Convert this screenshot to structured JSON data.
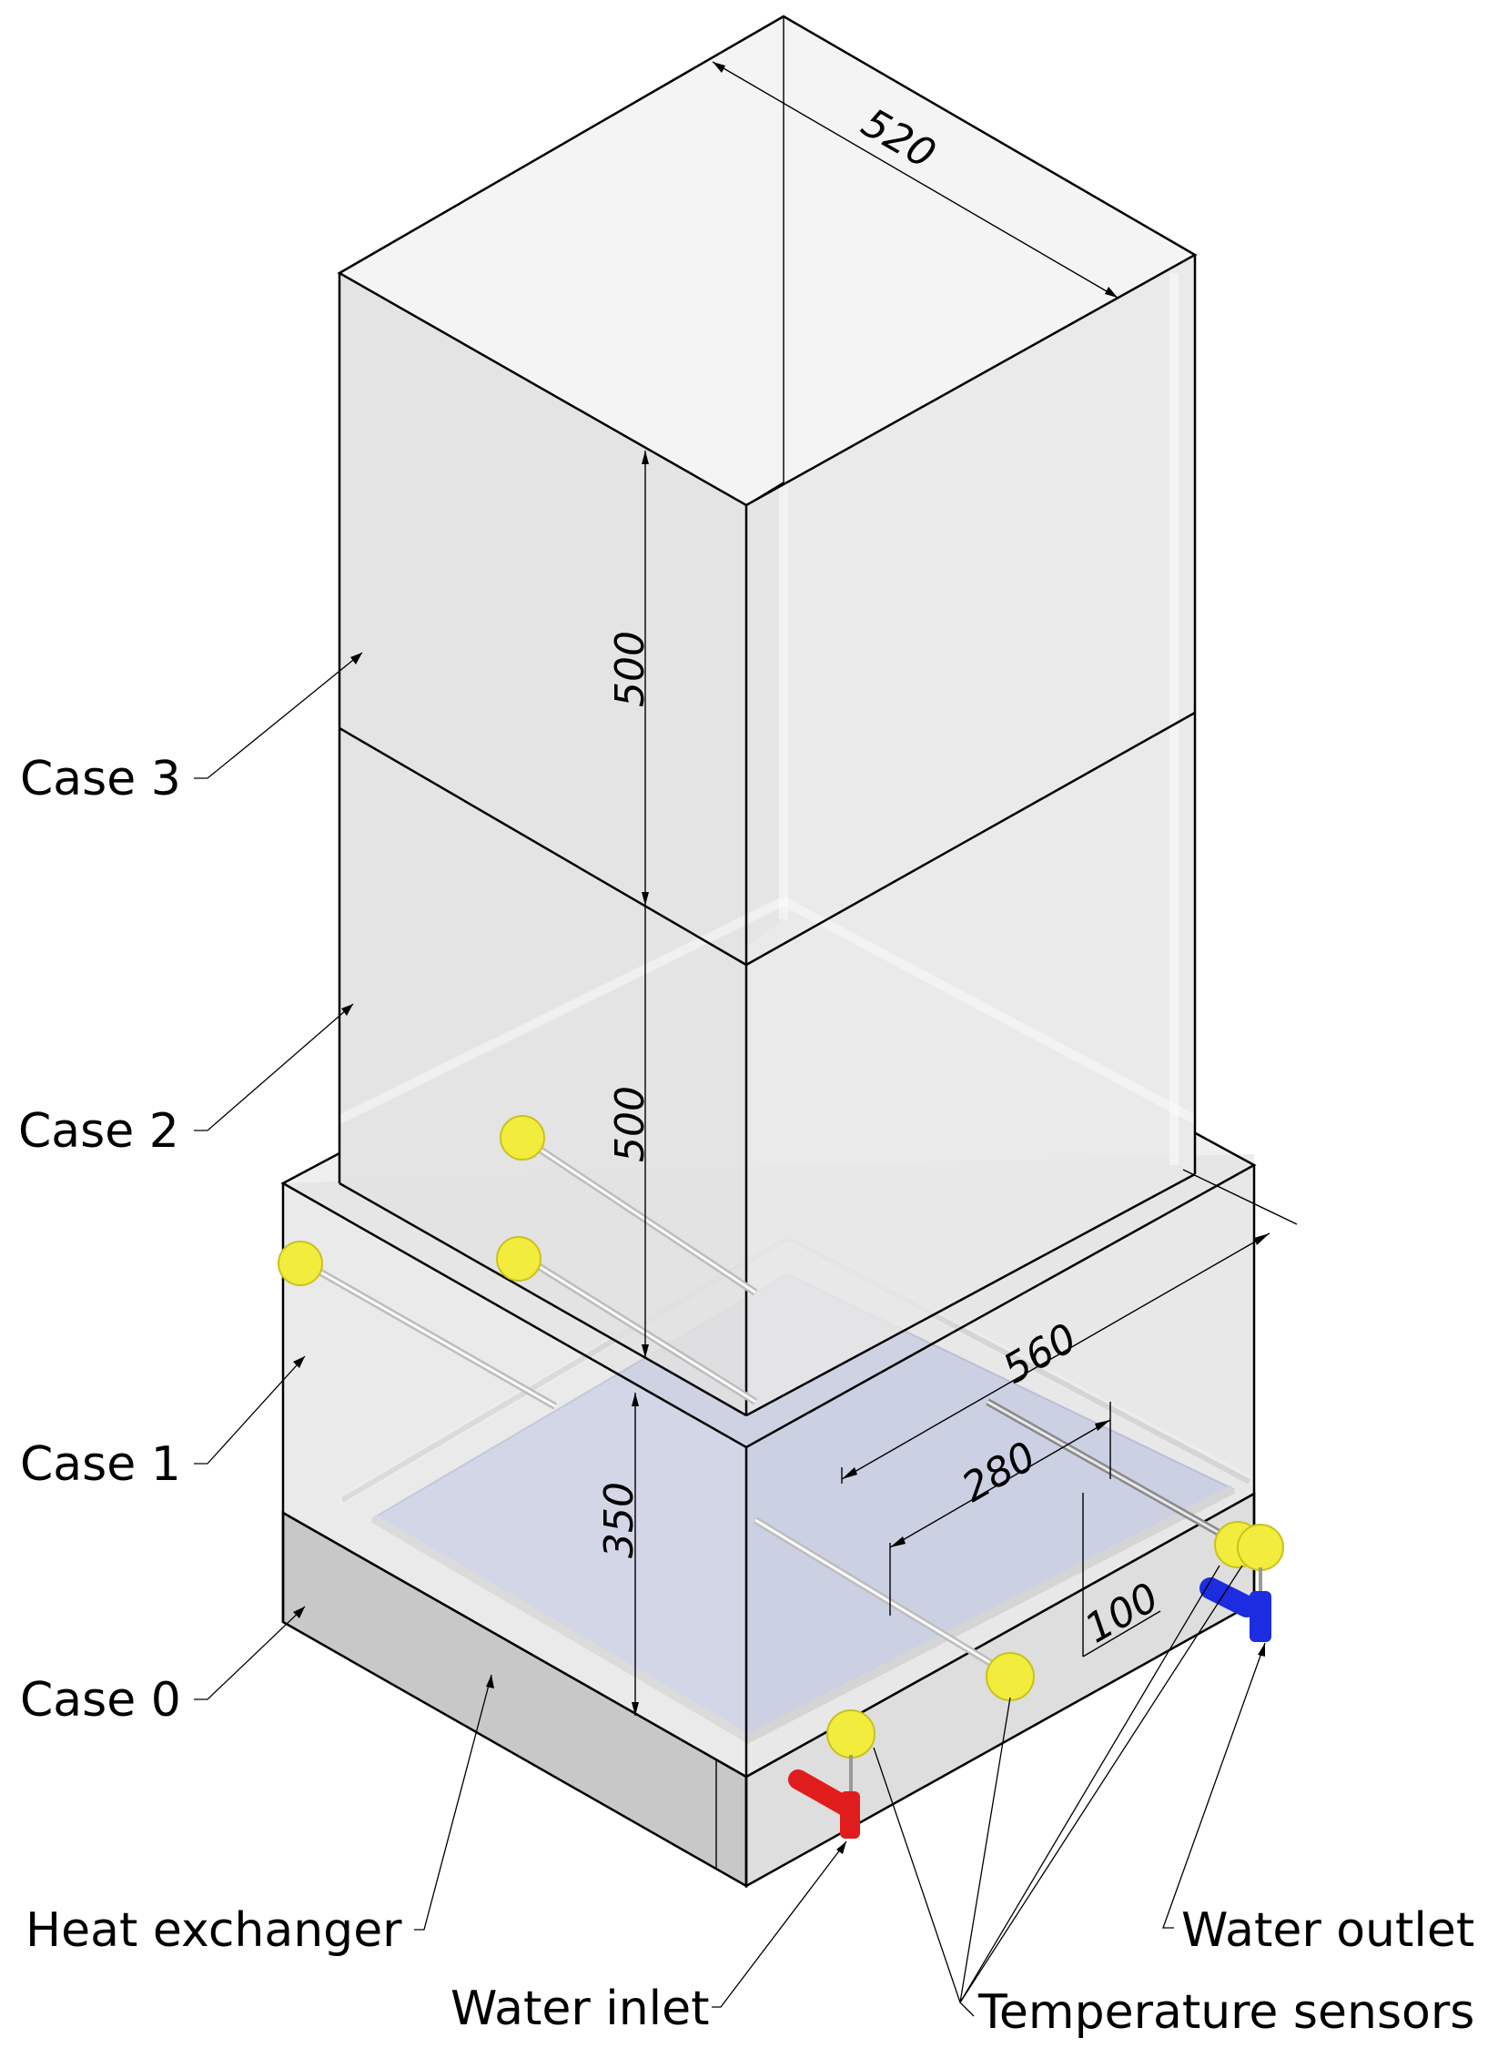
{
  "labels": {
    "case3": "Case 3",
    "case2": "Case 2",
    "case1": "Case 1",
    "case0": "Case 0",
    "heat_exchanger": "Heat exchanger",
    "water_inlet": "Water inlet",
    "water_outlet": "Water outlet",
    "temperature_sensors": "Temperature sensors"
  },
  "dimensions": {
    "top_width": "520",
    "upper_height": "500",
    "middle_height": "500",
    "tank_height": "350",
    "tank_width": "560",
    "sensor_offset": "280",
    "sensor_spacing": "100"
  },
  "colors": {
    "box_fill": "#e6e6e6",
    "box_fill_dark": "#d9d9d9",
    "exchanger_fill": "#c8c8c8",
    "floor_fill": "#b9bfe2",
    "sensor_yellow": "#f2ec3c",
    "inlet_red": "#e01c1c",
    "outlet_blue": "#1c2ce0"
  }
}
